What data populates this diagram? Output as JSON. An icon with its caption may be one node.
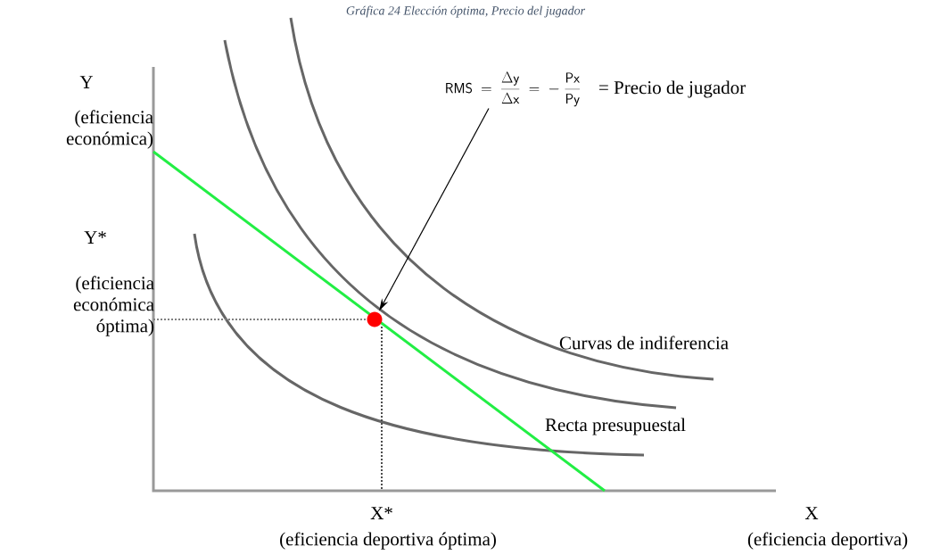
{
  "diagram": {
    "caption": "Gráfica 24 Elección óptima, Precio del jugador",
    "nodes": [
      {
        "text": [
          "\\mathsf{RMS}\\ =\\ \\frac{\\Delta\\mathsf{y}}{\\Delta\\mathsf{x}}\\ =\\ \\mathsf{-}\\ \\frac{\\mathsf{Px}}{\\mathsf{Py}}"
        ],
        "beside": [
          "= Precio de jugador"
        ]
      },
      {
        "text": [],
        "shape": "circle"
      }
    ],
    "edges": [
      {
        "from": 0,
        "to": 1,
        "arrow": "to"
      }
    ],
    "labels": [
      "Y",
      "(eficiencia económica)",
      "Y*",
      "(eficiencia económica óptima)",
      "Curvas de indiferencia",
      "Recta presupuestal",
      "X*",
      "(eficiencia deportiva óptima)",
      "X",
      "(eficiencia deportiva)"
    ]
  }
}
